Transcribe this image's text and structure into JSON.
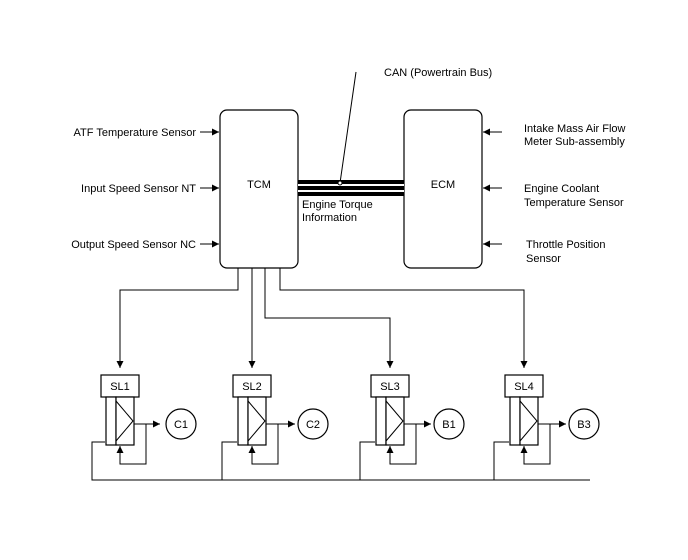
{
  "modules": {
    "tcm": "TCM",
    "ecm": "ECM"
  },
  "bus": {
    "label": "CAN (Powertrain Bus)",
    "signal_line1": "Engine Torque",
    "signal_line2": "Information"
  },
  "tcm_inputs": [
    "ATF Temperature Sensor",
    "Input Speed Sensor NT",
    "Output Speed Sensor NC"
  ],
  "ecm_inputs": [
    {
      "line1": "Intake Mass Air Flow",
      "line2": "Meter Sub-assembly"
    },
    {
      "line1": "Engine Coolant",
      "line2": "Temperature Sensor"
    },
    {
      "line1": "Throttle Position",
      "line2": "Sensor"
    }
  ],
  "solenoids": [
    {
      "name": "SL1",
      "target": "C1"
    },
    {
      "name": "SL2",
      "target": "C2"
    },
    {
      "name": "SL3",
      "target": "B1"
    },
    {
      "name": "SL4",
      "target": "B3"
    }
  ]
}
